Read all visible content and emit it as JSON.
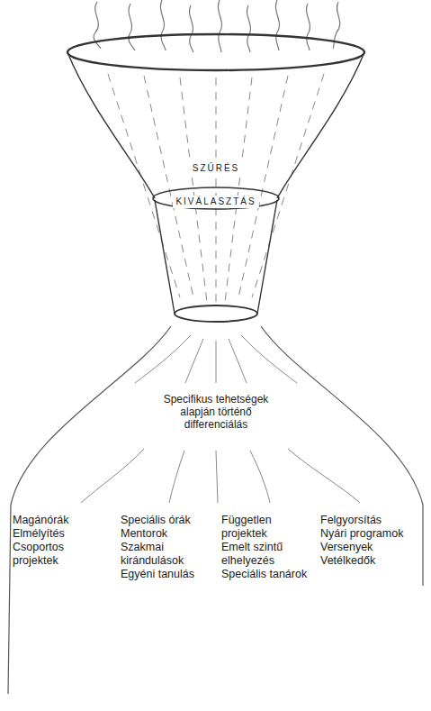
{
  "diagram": {
    "nodes": [
      {
        "text": [
          "SZŰRÉS",
          "KIVÁLASZTÁS"
        ]
      }
    ],
    "labels": [
      "Specifikus tehetségek alapján történő differenciálás",
      "Magánórák",
      "Elmélyítés",
      "Csoportos projektek",
      "Speciális órák",
      "Mentorok",
      "Szakmai kirándulások",
      "Egyéni tanulás",
      "Független projektek",
      "Emelt szintű elhelyezés",
      "Speciális tanárok",
      "Felgyorsítás",
      "Nyári programok",
      "Versenyek",
      "Vetélkedők"
    ]
  }
}
